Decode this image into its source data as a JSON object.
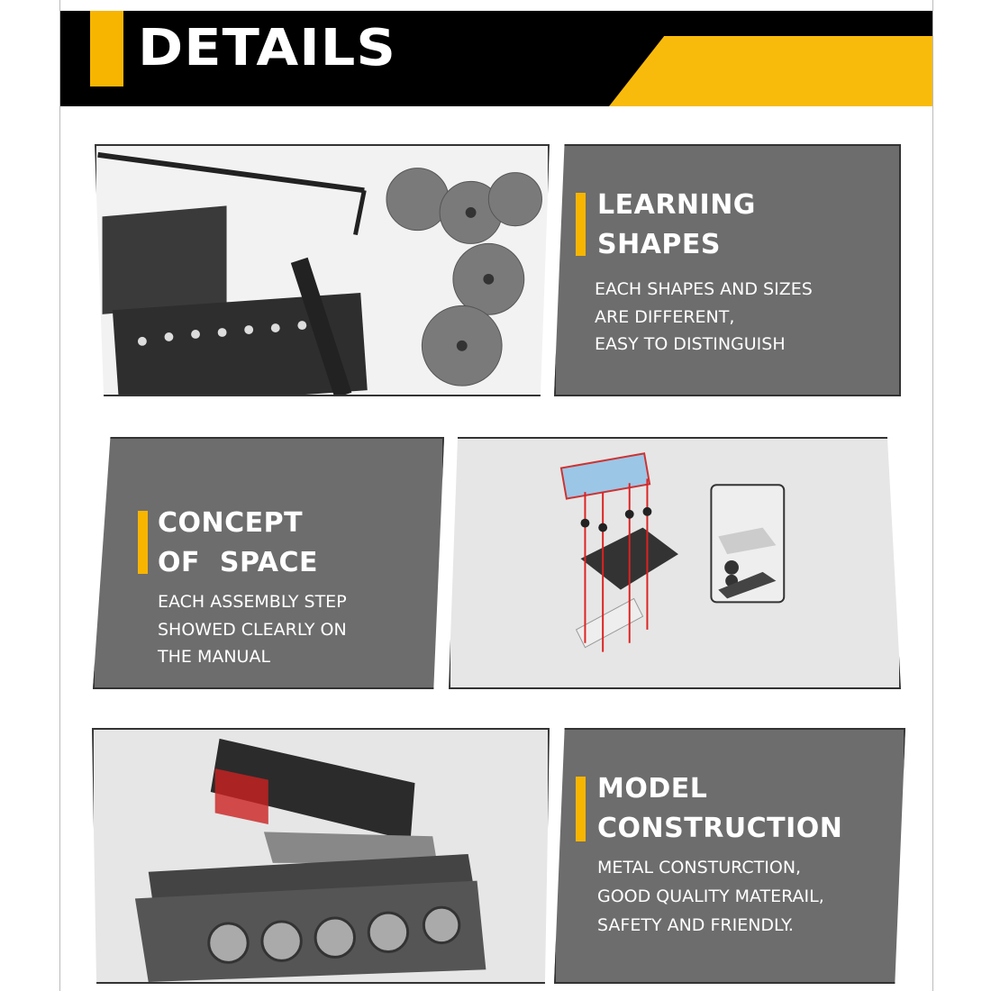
{
  "header": {
    "title": "DETAILS",
    "accent_color": "#f7b500"
  },
  "sections": [
    {
      "title_lines": [
        "LEARNING",
        "SHAPES"
      ],
      "body_lines": [
        "EACH SHAPES AND SIZES",
        "ARE DIFFERENT,",
        "EASY TO DISTINGUISH"
      ]
    },
    {
      "title_lines": [
        "CONCEPT",
        "OF  SPACE"
      ],
      "body_lines": [
        "EACH ASSEMBLY STEP",
        "SHOWED CLEARLY ON",
        "THE MANUAL"
      ]
    },
    {
      "title_lines": [
        "MODEL",
        "CONSTRUCTION"
      ],
      "body_lines": [
        "METAL CONSTURCTION,",
        "GOOD QUALITY MATERAIL,",
        "SAFETY AND FRIENDLY."
      ]
    }
  ]
}
